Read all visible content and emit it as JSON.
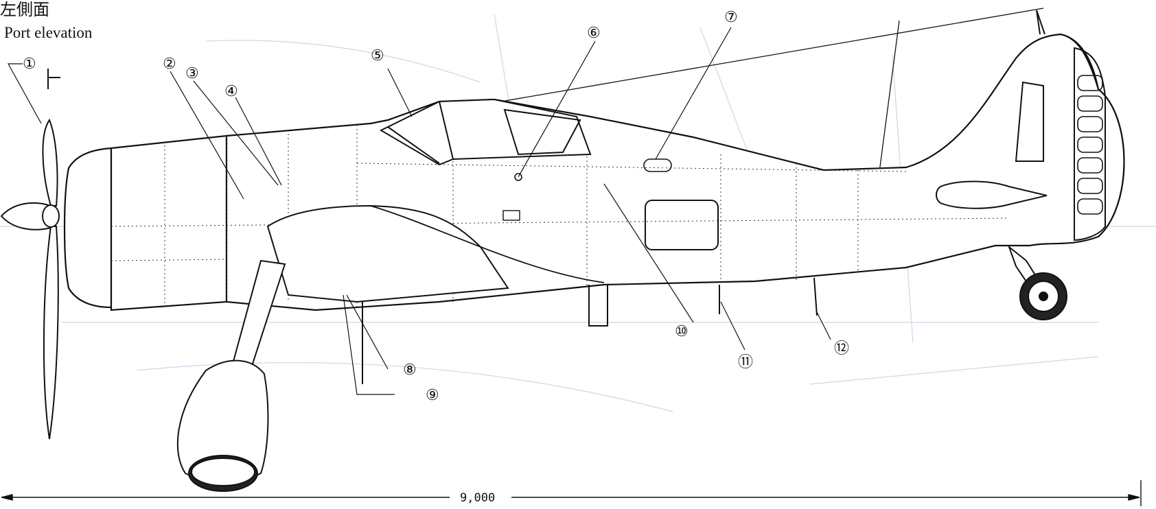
{
  "title_jp": "左側面",
  "title_en": "Port elevation",
  "callouts": [
    "①",
    "②",
    "③",
    "④",
    "⑤",
    "⑥",
    "⑦",
    "⑧",
    "⑨",
    "⑩",
    "⑪",
    "⑫"
  ],
  "dimension": "9,000",
  "colors": {
    "ink": "#111111",
    "ghost": "#c9d3e6",
    "paper": "#ffffff"
  }
}
